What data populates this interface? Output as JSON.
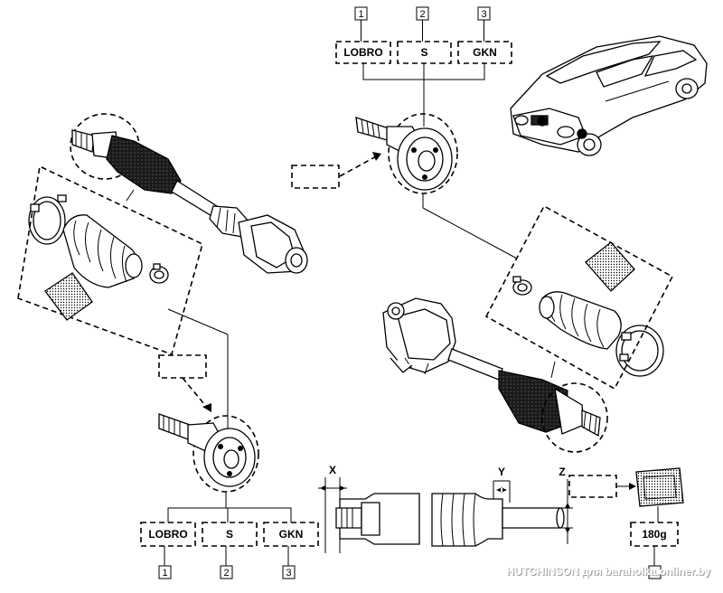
{
  "top_group": {
    "options": [
      {
        "number": "1",
        "label": "LOBRO"
      },
      {
        "number": "2",
        "label": "S"
      },
      {
        "number": "3",
        "label": "GKN"
      }
    ]
  },
  "bottom_group": {
    "options": [
      {
        "number": "1",
        "label": "LOBRO"
      },
      {
        "number": "2",
        "label": "S"
      },
      {
        "number": "3",
        "label": "GKN"
      }
    ]
  },
  "dimensions": {
    "x_label": "X",
    "y_label": "Y",
    "z_label": "Z"
  },
  "grease": {
    "amount": "180g"
  },
  "watermark": "HUTCHINSON для baraholka.onliner.by"
}
